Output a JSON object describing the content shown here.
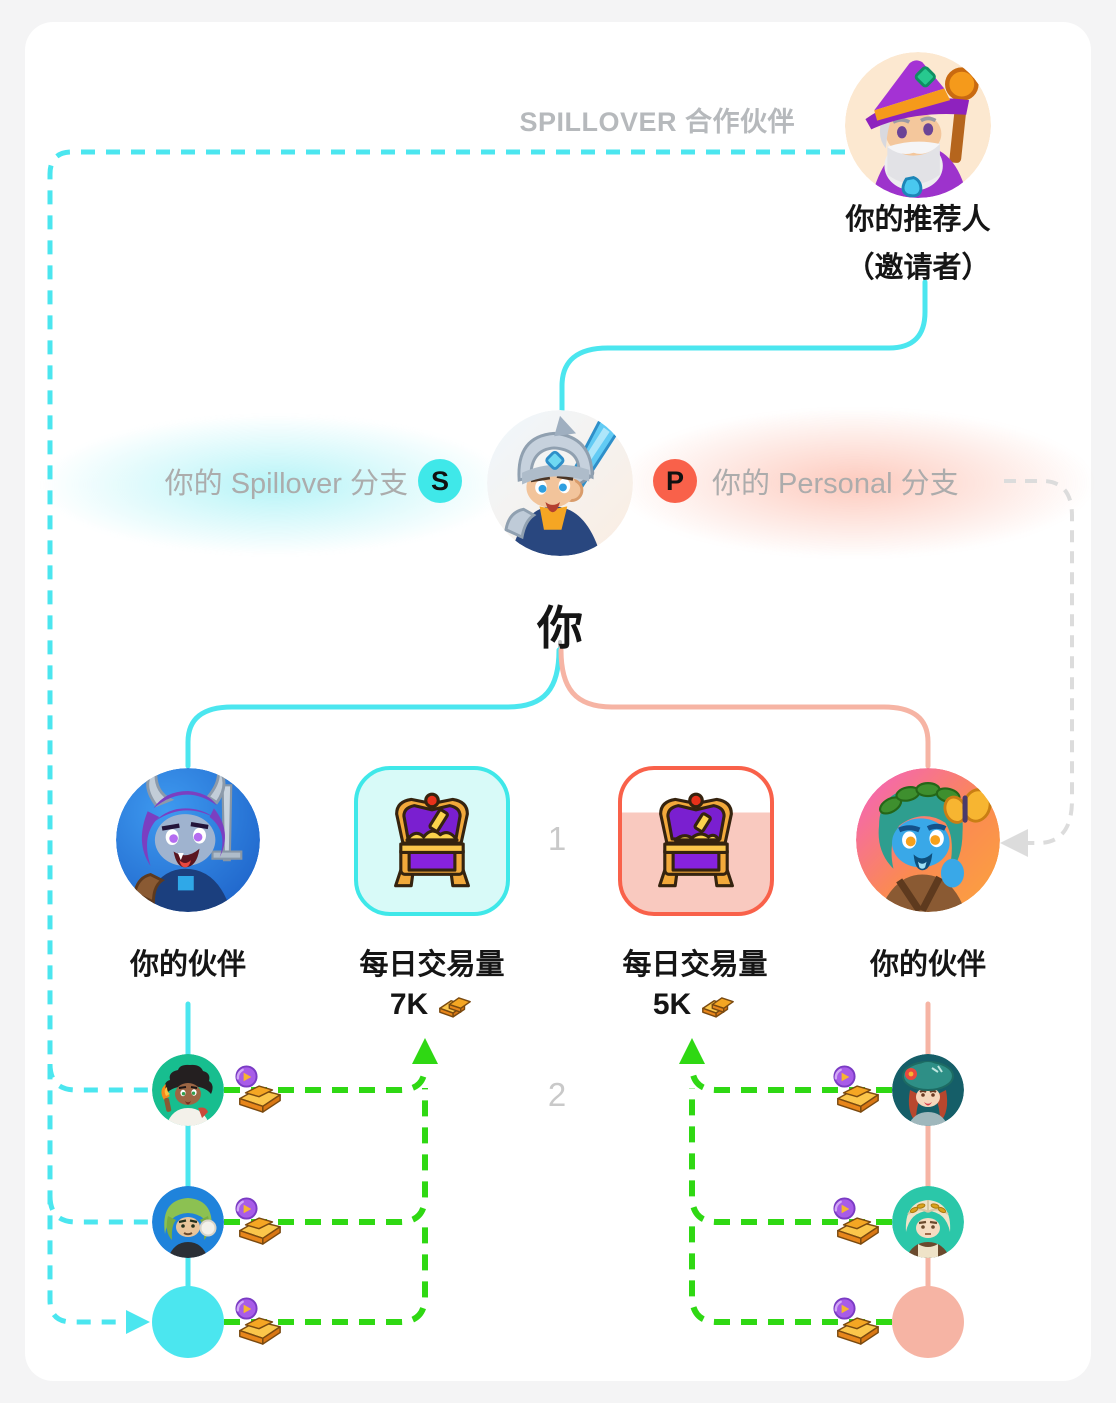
{
  "header": {
    "spillover_partner_label": "SPILLOVER 合作伙伴",
    "referrer_line1": "你的推荐人",
    "referrer_line2": "（邀请者）"
  },
  "branches": {
    "spillover_label": "你的 Spillover 分支",
    "spillover_badge": "S",
    "personal_badge": "P",
    "personal_label": "你的 Personal 分支"
  },
  "you_label": "你",
  "levels": [
    "1",
    "2"
  ],
  "partners": {
    "left_label": "你的伙伴",
    "right_label": "你的伙伴"
  },
  "volume": {
    "left_title": "每日交易量",
    "left_value": "7K",
    "right_title": "每日交易量",
    "right_value": "5K"
  },
  "icons": {
    "referrer_avatar": "wizard-avatar",
    "you_avatar": "knight-avatar",
    "left_partner_avatar": "blue-demon-avatar",
    "right_partner_avatar": "forest-spirit-avatar",
    "volume_tile": "treasure-chest-icon",
    "volume_unit": "gold-bars-icon",
    "trade_marker": "gold-ingot-orb-icon",
    "flow_arrow": "arrow-icon"
  },
  "colors": {
    "cyan": "#4BE6EF",
    "cyan_badge": "#3FE8E9",
    "cyan_fill": "#D8FAF8",
    "salmon": "#F6B4A4",
    "red": "#F9614A",
    "pink_fill": "#F9C9BF",
    "green": "#2FD813",
    "gray_dash": "#DCDCDC",
    "text_gray": "#ACACAC",
    "header_gray": "#B6B9BC",
    "number_gray": "#C9C9C9",
    "text_dark": "#151515",
    "card_bg": "#FFFFFF",
    "page_bg": "#F4F4F5"
  }
}
